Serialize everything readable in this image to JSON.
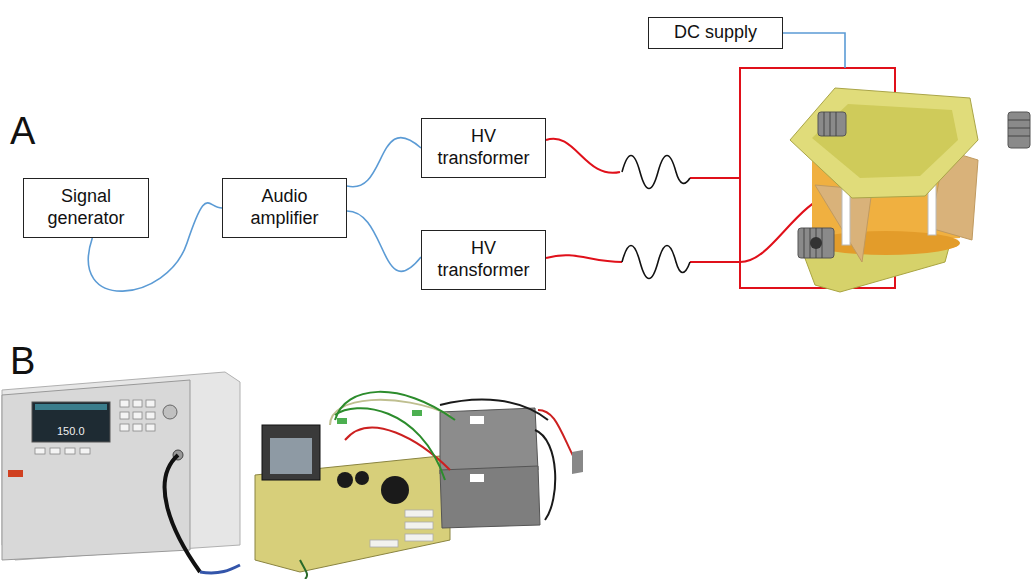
{
  "diagram": {
    "nodes": [
      {
        "text": [
          "Signal generator"
        ]
      },
      {
        "text": [
          "Audio amplifier"
        ]
      },
      {
        "text": [
          "HV transformer"
        ]
      },
      {
        "text": [
          "HV transformer"
        ]
      },
      {
        "text": [
          "DC supply"
        ]
      }
    ],
    "edges": [
      {
        "from": 0,
        "to": 1,
        "arrow": "none"
      },
      {
        "from": 1,
        "to": 2,
        "arrow": "none"
      },
      {
        "from": 1,
        "to": 3,
        "arrow": "none"
      }
    ],
    "labels": [
      "A",
      "B",
      "150.0"
    ]
  }
}
